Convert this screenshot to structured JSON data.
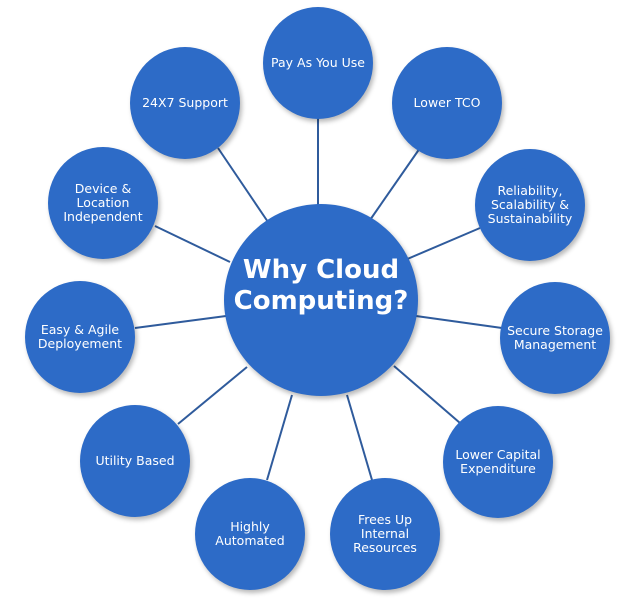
{
  "center": {
    "label": "Why Cloud\nComputing?"
  },
  "nodes": [
    {
      "label": "Pay As You Use"
    },
    {
      "label": "Lower TCO"
    },
    {
      "label": "Reliability,\nScalability &\nSustainability"
    },
    {
      "label": "Secure Storage\nManagement"
    },
    {
      "label": "Lower Capital\nExpenditure"
    },
    {
      "label": "Frees Up\nInternal\nResources"
    },
    {
      "label": "Highly\nAutomated"
    },
    {
      "label": "Utility Based"
    },
    {
      "label": "Easy & Agile\nDeployement"
    },
    {
      "label": "Device &\nLocation\nIndependent"
    },
    {
      "label": "24X7 Support"
    }
  ],
  "colors": {
    "node": "#2d6bc7",
    "line": "#2f5b9c"
  }
}
